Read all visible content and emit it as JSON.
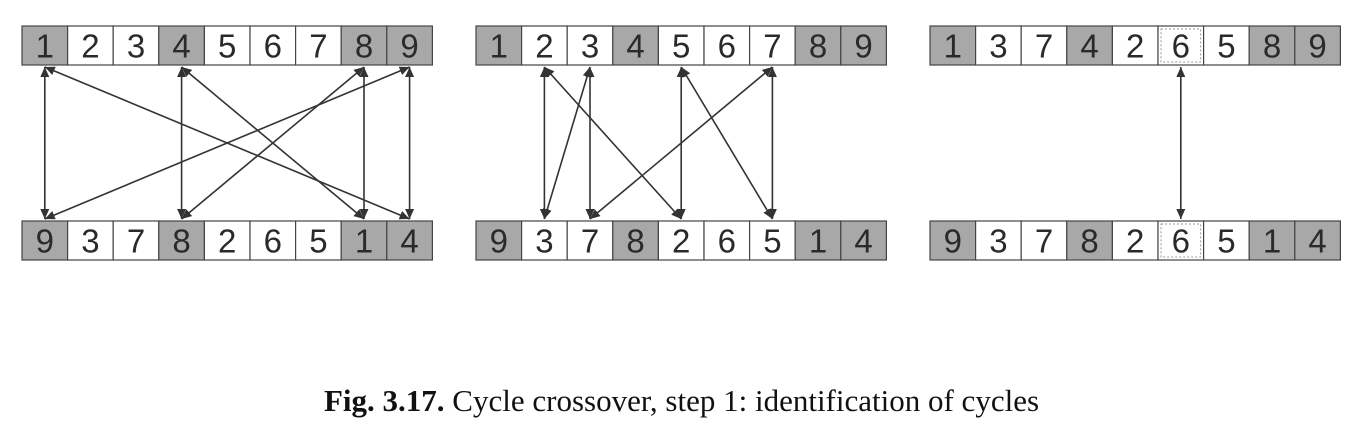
{
  "caption": {
    "label": "Fig. 3.17.",
    "text": "Cycle crossover, step 1: identification of cycles"
  },
  "colors": {
    "shaded": "#a8a8a8",
    "plain": "#ffffff",
    "dotted_outline": "#999999",
    "stroke": "#444444"
  },
  "panels": [
    {
      "top": [
        {
          "v": "1",
          "s": true
        },
        {
          "v": "2",
          "s": false
        },
        {
          "v": "3",
          "s": false
        },
        {
          "v": "4",
          "s": true
        },
        {
          "v": "5",
          "s": false
        },
        {
          "v": "6",
          "s": false
        },
        {
          "v": "7",
          "s": false
        },
        {
          "v": "8",
          "s": true
        },
        {
          "v": "9",
          "s": true
        }
      ],
      "bottom": [
        {
          "v": "9",
          "s": true
        },
        {
          "v": "3",
          "s": false
        },
        {
          "v": "7",
          "s": false
        },
        {
          "v": "8",
          "s": true
        },
        {
          "v": "2",
          "s": false
        },
        {
          "v": "6",
          "s": false
        },
        {
          "v": "5",
          "s": false
        },
        {
          "v": "1",
          "s": true
        },
        {
          "v": "4",
          "s": true
        }
      ],
      "arrows": [
        {
          "from": [
            "top",
            0
          ],
          "to": [
            "bottom",
            0
          ],
          "double": true
        },
        {
          "from": [
            "top",
            0
          ],
          "to": [
            "bottom",
            8
          ],
          "double": true
        },
        {
          "from": [
            "top",
            3
          ],
          "to": [
            "bottom",
            3
          ],
          "double": true
        },
        {
          "from": [
            "top",
            3
          ],
          "to": [
            "bottom",
            7
          ],
          "double": true
        },
        {
          "from": [
            "top",
            7
          ],
          "to": [
            "bottom",
            3
          ],
          "double": true
        },
        {
          "from": [
            "top",
            7
          ],
          "to": [
            "bottom",
            7
          ],
          "double": true
        },
        {
          "from": [
            "top",
            8
          ],
          "to": [
            "bottom",
            0
          ],
          "double": true
        },
        {
          "from": [
            "top",
            8
          ],
          "to": [
            "bottom",
            8
          ],
          "double": true
        }
      ]
    },
    {
      "top": [
        {
          "v": "1",
          "s": true
        },
        {
          "v": "2",
          "s": false
        },
        {
          "v": "3",
          "s": false
        },
        {
          "v": "4",
          "s": true
        },
        {
          "v": "5",
          "s": false
        },
        {
          "v": "6",
          "s": false
        },
        {
          "v": "7",
          "s": false
        },
        {
          "v": "8",
          "s": true
        },
        {
          "v": "9",
          "s": true
        }
      ],
      "bottom": [
        {
          "v": "9",
          "s": true
        },
        {
          "v": "3",
          "s": false
        },
        {
          "v": "7",
          "s": false
        },
        {
          "v": "8",
          "s": true
        },
        {
          "v": "2",
          "s": false
        },
        {
          "v": "6",
          "s": false
        },
        {
          "v": "5",
          "s": false
        },
        {
          "v": "1",
          "s": true
        },
        {
          "v": "4",
          "s": true
        }
      ],
      "arrows": [
        {
          "from": [
            "top",
            1
          ],
          "to": [
            "bottom",
            1
          ],
          "double": true
        },
        {
          "from": [
            "top",
            1
          ],
          "to": [
            "bottom",
            4
          ],
          "double": true
        },
        {
          "from": [
            "top",
            2
          ],
          "to": [
            "bottom",
            1
          ],
          "double": true
        },
        {
          "from": [
            "top",
            2
          ],
          "to": [
            "bottom",
            2
          ],
          "double": true
        },
        {
          "from": [
            "top",
            4
          ],
          "to": [
            "bottom",
            4
          ],
          "double": true
        },
        {
          "from": [
            "top",
            4
          ],
          "to": [
            "bottom",
            6
          ],
          "double": true
        },
        {
          "from": [
            "top",
            6
          ],
          "to": [
            "bottom",
            2
          ],
          "double": true
        },
        {
          "from": [
            "top",
            6
          ],
          "to": [
            "bottom",
            6
          ],
          "double": true
        }
      ]
    },
    {
      "top": [
        {
          "v": "1",
          "s": true
        },
        {
          "v": "3",
          "s": false
        },
        {
          "v": "7",
          "s": false
        },
        {
          "v": "4",
          "s": true
        },
        {
          "v": "2",
          "s": false
        },
        {
          "v": "6",
          "s": false,
          "d": true
        },
        {
          "v": "5",
          "s": false
        },
        {
          "v": "8",
          "s": true
        },
        {
          "v": "9",
          "s": true
        }
      ],
      "bottom": [
        {
          "v": "9",
          "s": true
        },
        {
          "v": "3",
          "s": false
        },
        {
          "v": "7",
          "s": false
        },
        {
          "v": "8",
          "s": true
        },
        {
          "v": "2",
          "s": false
        },
        {
          "v": "6",
          "s": false,
          "d": true
        },
        {
          "v": "5",
          "s": false
        },
        {
          "v": "1",
          "s": true
        },
        {
          "v": "4",
          "s": true
        }
      ],
      "arrows": [
        {
          "from": [
            "top",
            5
          ],
          "to": [
            "bottom",
            5
          ],
          "double": true
        }
      ]
    }
  ]
}
